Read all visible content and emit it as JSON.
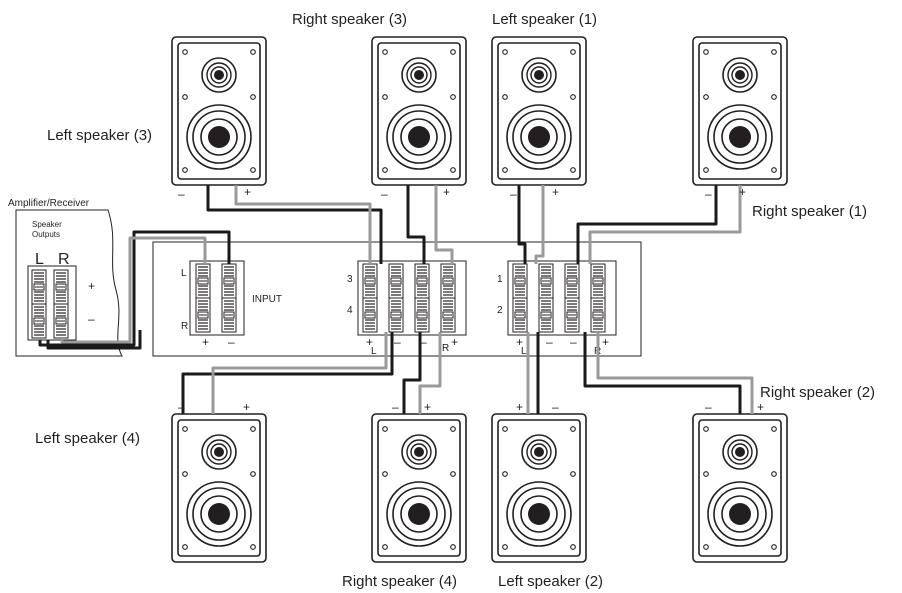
{
  "speakers": [
    {
      "label": "Left speaker (3)"
    },
    {
      "label": "Right speaker (3)"
    },
    {
      "label": "Left speaker (1)"
    },
    {
      "label": "Right speaker (1)"
    },
    {
      "label": "Left speaker (4)"
    },
    {
      "label": "Right speaker (4)"
    },
    {
      "label": "Left speaker (2)"
    },
    {
      "label": "Right speaker (2)"
    }
  ],
  "amplifier": {
    "title": "Amplifier/Receiver",
    "outputs_line1": "Speaker",
    "outputs_line2": "Outputs",
    "left": "L",
    "right": "R",
    "plus": "+",
    "minus": "–"
  },
  "switcher": {
    "input_label": "INPUT",
    "input_L": "L",
    "input_R": "R",
    "input_plus": "+",
    "input_minus": "–",
    "zone_3": "3",
    "zone_4": "4",
    "zone_1": "1",
    "zone_2": "2",
    "bank_L": "L",
    "bank_R": "R",
    "plus": "+",
    "minus": "–"
  },
  "polarity": {
    "plus": "+",
    "minus": "–"
  },
  "colors": {
    "line": "#231f20",
    "wire_black": "#1a1a1a",
    "wire_gray": "#9a9a9a"
  }
}
